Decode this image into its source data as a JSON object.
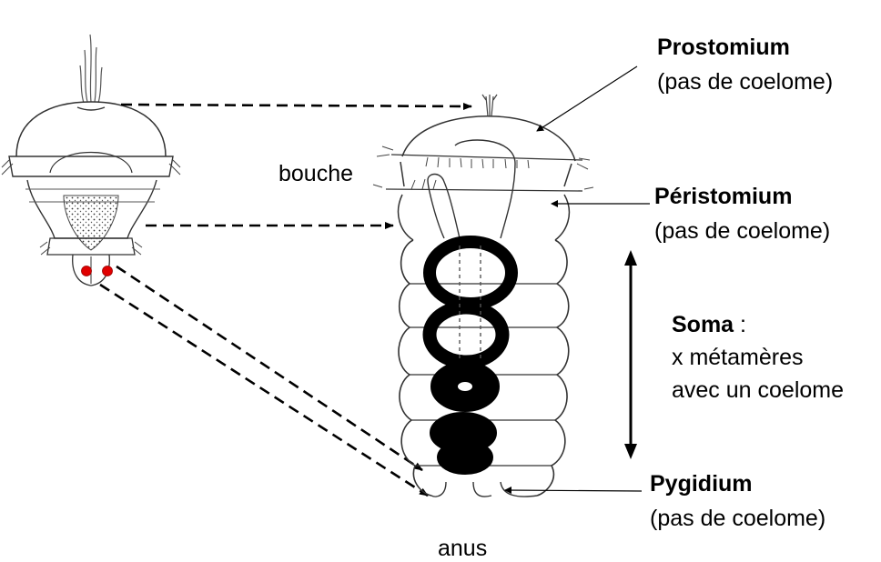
{
  "labels": {
    "prostomium": "Prostomium",
    "prostomium_note": "(pas de coelome)",
    "peristomium": "Péristomium",
    "peristomium_note": "(pas de coelome)",
    "soma": "Soma",
    "soma_colon": " :",
    "soma_line2": "x métamères",
    "soma_line3": "avec un coelome",
    "pygidium": "Pygidium",
    "pygidium_note": "(pas de coelome)",
    "bouche": "bouche",
    "anus": "anus"
  },
  "colors": {
    "ink": "#000000",
    "gray_ink": "#555555",
    "eye_red": "#e00000",
    "background": "#ffffff"
  }
}
